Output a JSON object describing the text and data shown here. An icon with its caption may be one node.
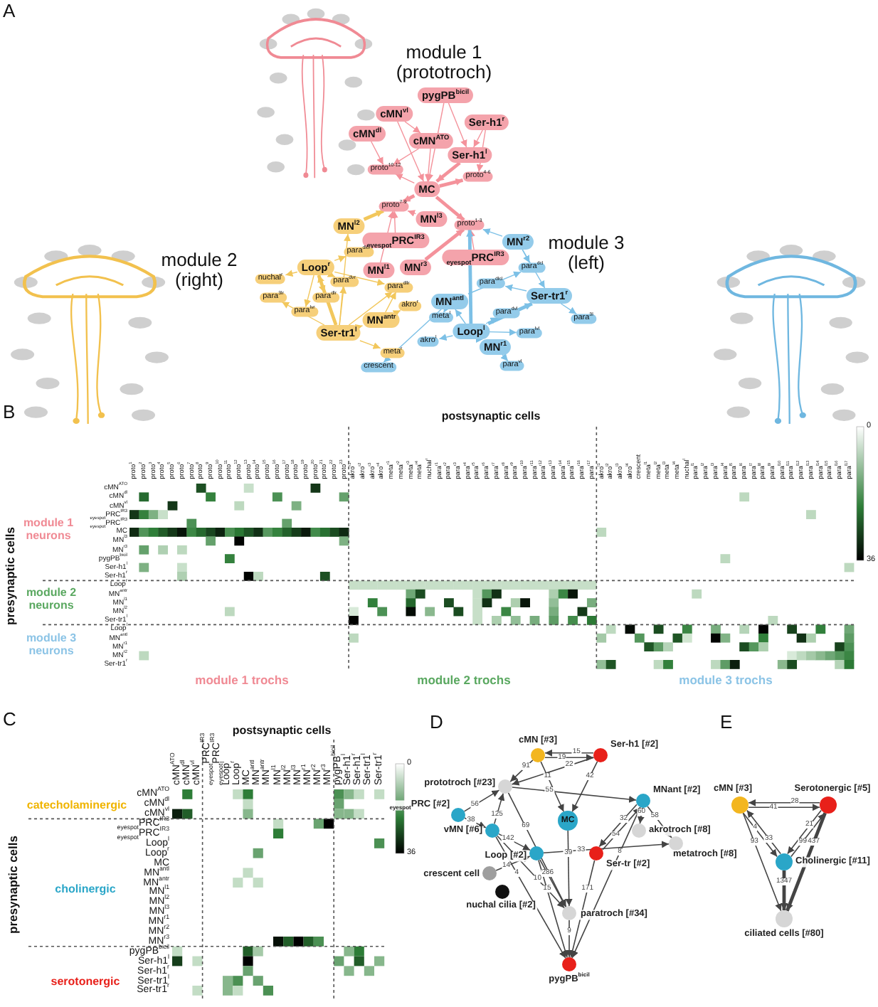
{
  "diagram": {
    "nodes": [
      {
        "text": [
          "pygPB$^{bicil}$"
        ]
      },
      {
        "text": [
          "cMN$^{vl}$"
        ]
      },
      {
        "text": [
          "Ser-h1$^{r}$"
        ]
      },
      {
        "text": [
          "cMN$^{dl}$"
        ]
      },
      {
        "text": [
          "cMN$^{ATO}$"
        ]
      },
      {
        "text": [
          "Ser-h1$^{l}$"
        ]
      },
      {
        "text": [
          "proto$^{10-12}$"
        ]
      },
      {
        "text": [
          "proto$^{4-6}$"
        ]
      },
      {
        "text": [
          "MC"
        ]
      },
      {
        "text": [
          "proto$^{7-9}$"
        ]
      },
      {
        "text": [
          "MN$^{l3}$"
        ]
      },
      {
        "text": [
          "proto$^{1-3}$"
        ]
      },
      {
        "text": [
          "MN$^{l2}$"
        ]
      },
      {
        "text": [
          "$_{eyespot}$PRC$^{IR3}$"
        ]
      },
      {
        "text": [
          "MN$^{r2}$"
        ]
      },
      {
        "text": [
          "para$^{dlcr}$"
        ]
      },
      {
        "text": [
          "MN$^{r3}$"
        ]
      },
      {
        "text": [
          "$_{eyespot}$PRC$^{IR3}$"
        ]
      },
      {
        "text": [
          "Loop$^{r}$"
        ]
      },
      {
        "text": [
          "MN$^{l1}$"
        ]
      },
      {
        "text": [
          "para$^{dcl}$"
        ]
      },
      {
        "text": [
          "nuchal$^{r}$"
        ]
      },
      {
        "text": [
          "para$^{dvr}$"
        ]
      },
      {
        "text": [
          "para$^{dlcl}$"
        ]
      },
      {
        "text": [
          "para$^{dllr}$"
        ]
      },
      {
        "text": [
          "para$^{3lr}$"
        ]
      },
      {
        "text": [
          "para$^{dlr}$"
        ]
      },
      {
        "text": [
          "Ser-tr1$^{r}$"
        ]
      },
      {
        "text": [
          "MN$^{antl}$"
        ]
      },
      {
        "text": [
          "akro$^{r}$"
        ]
      },
      {
        "text": [
          "para$^{lvr}$"
        ]
      },
      {
        "text": [
          "para$^{dvl}$"
        ]
      },
      {
        "text": [
          "meta$^{l}$"
        ]
      },
      {
        "text": [
          "MN$^{antr}$"
        ]
      },
      {
        "text": [
          "para$^{3l}$"
        ]
      },
      {
        "text": [
          "Loop$^{l}$"
        ]
      },
      {
        "text": [
          "Ser-tr1$^{l}$"
        ]
      },
      {
        "text": [
          "para$^{lvl}$"
        ]
      },
      {
        "text": [
          "akro$^{l}$"
        ]
      },
      {
        "text": [
          "MN$^{r1}$"
        ]
      },
      {
        "text": [
          "meta$^{r}$"
        ]
      },
      {
        "text": [
          "para$^{vl}$"
        ]
      },
      {
        "text": [
          "crescent"
        ]
      },
      {
        "text": [],
        "shape": "circle",
        "beside": [
          "cMN [#3]"
        ]
      },
      {
        "text": [],
        "shape": "circle",
        "beside": [
          "Ser-h1 [#2]"
        ]
      },
      {
        "text": [],
        "shape": "circle",
        "beside": [
          "prototroch [#23]"
        ]
      },
      {
        "text": [],
        "shape": "circle",
        "beside": [
          "MNant [#2]"
        ]
      },
      {
        "text": [],
        "shape": "circle",
        "beside": [
          "$_{eyespot}$PRC [#2]"
        ]
      },
      {
        "text": [
          "MC"
        ]
      },
      {
        "text": [],
        "shape": "circle",
        "beside": [
          "vMN [#6]"
        ]
      },
      {
        "text": [],
        "shape": "circle",
        "beside": [
          "akrotroch [#8]"
        ]
      },
      {
        "text": [],
        "shape": "circle",
        "beside": [
          "metatroch [#8]"
        ]
      },
      {
        "text": [],
        "shape": "circle",
        "beside": [
          "Loop [#2]"
        ]
      },
      {
        "text": [],
        "shape": "circle",
        "beside": [
          "Ser-tr [#2]"
        ]
      },
      {
        "text": [],
        "shape": "circle",
        "beside": [
          "crescent cell"
        ]
      },
      {
        "text": [],
        "shape": "circle",
        "beside": [
          "nuchal cilia [#2]"
        ]
      },
      {
        "text": [],
        "shape": "circle",
        "beside": [
          "paratroch [#34]"
        ]
      },
      {
        "text": [],
        "shape": "circle",
        "beside": [
          "pygPB$^{bicil}$"
        ]
      },
      {
        "text": [],
        "shape": "circle",
        "beside": [
          "cMN [#3]"
        ]
      },
      {
        "text": [],
        "shape": "circle",
        "beside": [
          "Serotonergic [#5]"
        ]
      },
      {
        "text": [],
        "shape": "circle",
        "beside": [
          "Cholinergic [#11]"
        ]
      },
      {
        "text": [],
        "shape": "circle",
        "beside": [
          "ciliated cells [#80]"
        ]
      }
    ],
    "edges": [
      {
        "from": 4,
        "to": 8,
        "arrow": "to",
        "color": "#f4929b"
      },
      {
        "from": 5,
        "to": 8,
        "arrow": "to",
        "color": "#f4929b",
        "style": "thick"
      },
      {
        "from": 1,
        "to": 8,
        "arrow": "to",
        "color": "#f4929b"
      },
      {
        "from": 3,
        "to": 6,
        "arrow": "to",
        "color": "#f4929b"
      },
      {
        "from": 0,
        "to": 8,
        "arrow": "to",
        "color": "#f4929b"
      },
      {
        "from": 2,
        "to": 7,
        "arrow": "to",
        "color": "#f4929b"
      },
      {
        "from": 8,
        "to": 9,
        "arrow": "to",
        "color": "#f4929b",
        "style": "thick"
      },
      {
        "from": 8,
        "to": 11,
        "arrow": "to",
        "color": "#f4929b",
        "style": "thick"
      },
      {
        "from": 8,
        "to": 7,
        "arrow": "to",
        "color": "#f4929b",
        "style": "thick"
      },
      {
        "from": 8,
        "to": 6,
        "arrow": "to",
        "color": "#f4929b"
      },
      {
        "from": 10,
        "to": 9,
        "arrow": "to",
        "color": "#f4929b"
      },
      {
        "from": 13,
        "to": 9,
        "arrow": "to",
        "color": "#f4929b"
      },
      {
        "from": 16,
        "to": 11,
        "arrow": "to",
        "color": "#f4929b",
        "style": "thick"
      },
      {
        "from": 17,
        "to": 11,
        "arrow": "to",
        "color": "#f4929b"
      },
      {
        "from": 19,
        "to": 9,
        "arrow": "to",
        "color": "#f4929b"
      },
      {
        "from": 4,
        "to": 6,
        "arrow": "to",
        "color": "#f4929b"
      },
      {
        "from": 0,
        "to": 5,
        "arrow": "to",
        "color": "#f4929b"
      },
      {
        "from": 2,
        "to": 5,
        "arrow": "to",
        "color": "#f4929b"
      },
      {
        "from": 1,
        "to": 4,
        "arrow": "to",
        "color": "#f4929b"
      },
      {
        "from": 12,
        "to": 9,
        "arrow": "to",
        "color": "#f2c75c",
        "style": "thick"
      },
      {
        "from": 18,
        "to": 15,
        "arrow": "to",
        "color": "#f2c75c"
      },
      {
        "from": 18,
        "to": 22,
        "arrow": "to",
        "color": "#f2c75c"
      },
      {
        "from": 18,
        "to": 26,
        "arrow": "to",
        "color": "#f2c75c"
      },
      {
        "from": 18,
        "to": 30,
        "arrow": "to",
        "color": "#f2c75c"
      },
      {
        "from": 36,
        "to": 18,
        "arrow": "to",
        "color": "#f2c75c",
        "style": "thick"
      },
      {
        "from": 36,
        "to": 24,
        "arrow": "to",
        "color": "#f2c75c"
      },
      {
        "from": 36,
        "to": 33,
        "arrow": "to",
        "color": "#f2c75c"
      },
      {
        "from": 36,
        "to": 12,
        "arrow": "to",
        "color": "#f2c75c"
      },
      {
        "from": 33,
        "to": 24,
        "arrow": "to",
        "color": "#f2c75c"
      },
      {
        "from": 18,
        "to": 21,
        "arrow": "to",
        "color": "#f2c75c"
      },
      {
        "from": 36,
        "to": 40,
        "arrow": "to",
        "color": "#f2c75c"
      },
      {
        "from": 36,
        "to": 25,
        "arrow": "to",
        "color": "#f2c75c"
      },
      {
        "from": 33,
        "to": 29,
        "arrow": "to",
        "color": "#f2c75c"
      },
      {
        "from": 18,
        "to": 24,
        "arrow": "to",
        "color": "#f2c75c"
      },
      {
        "from": 36,
        "to": 22,
        "arrow": "to",
        "color": "#f2c75c"
      },
      {
        "from": 35,
        "to": 11,
        "arrow": "to",
        "color": "#7cc0e6",
        "style": "thick"
      },
      {
        "from": 14,
        "to": 11,
        "arrow": "to",
        "color": "#7cc0e6"
      },
      {
        "from": 14,
        "to": 27,
        "arrow": "to",
        "color": "#7cc0e6"
      },
      {
        "from": 35,
        "to": 28,
        "arrow": "to",
        "color": "#7cc0e6"
      },
      {
        "from": 35,
        "to": 27,
        "arrow": "to",
        "color": "#7cc0e6",
        "style": "thick"
      },
      {
        "from": 35,
        "to": 39,
        "arrow": "to",
        "color": "#7cc0e6"
      },
      {
        "from": 27,
        "to": 34,
        "arrow": "to",
        "color": "#7cc0e6"
      },
      {
        "from": 28,
        "to": 32,
        "arrow": "to",
        "color": "#7cc0e6"
      },
      {
        "from": 35,
        "to": 31,
        "arrow": "to",
        "color": "#7cc0e6"
      },
      {
        "from": 35,
        "to": 38,
        "arrow": "to",
        "color": "#7cc0e6"
      },
      {
        "from": 28,
        "to": 20,
        "arrow": "to",
        "color": "#7cc0e6"
      },
      {
        "from": 27,
        "to": 23,
        "arrow": "to",
        "color": "#7cc0e6"
      },
      {
        "from": 39,
        "to": 41,
        "arrow": "to",
        "color": "#7cc0e6"
      },
      {
        "from": 35,
        "to": 37,
        "arrow": "to",
        "color": "#7cc0e6"
      },
      {
        "from": 28,
        "to": 42,
        "arrow": "to",
        "color": "#7cc0e6"
      },
      {
        "from": 14,
        "to": 20,
        "arrow": "to",
        "color": "#7cc0e6"
      },
      {
        "from": 43,
        "to": 44,
        "arrow": "to",
        "label": "19"
      },
      {
        "from": 44,
        "to": 43,
        "arrow": "to",
        "label": "15"
      },
      {
        "from": 43,
        "to": 45,
        "arrow": "to",
        "label": "91"
      },
      {
        "from": 43,
        "to": 48,
        "arrow": "to",
        "label": "11"
      },
      {
        "from": 44,
        "to": 45,
        "arrow": "to",
        "label": "22"
      },
      {
        "from": 44,
        "to": 48,
        "arrow": "to",
        "label": "42"
      },
      {
        "from": 45,
        "to": 46,
        "arrow": "to",
        "label": "55"
      },
      {
        "from": 47,
        "to": 45,
        "arrow": "to",
        "label": "56"
      },
      {
        "from": 47,
        "to": 49,
        "arrow": "to",
        "label": "38"
      },
      {
        "from": 49,
        "to": 45,
        "arrow": "to",
        "label": "125"
      },
      {
        "from": 49,
        "to": 52,
        "arrow": "to",
        "label": "142"
      },
      {
        "from": 45,
        "to": 56,
        "arrow": "to",
        "label": "69"
      },
      {
        "from": 49,
        "to": 56,
        "arrow": "to",
        "label": "10"
      },
      {
        "from": 52,
        "to": 57,
        "arrow": "to",
        "label": "15"
      },
      {
        "from": 49,
        "to": 57,
        "arrow": "to",
        "label": "4"
      },
      {
        "from": 52,
        "to": 56,
        "arrow": "to",
        "label": "286"
      },
      {
        "from": 48,
        "to": 56,
        "arrow": "to",
        "label": "39"
      },
      {
        "from": 53,
        "to": 46,
        "arrow": "to",
        "label": "54"
      },
      {
        "from": 46,
        "to": 53,
        "arrow": "to",
        "label": "32"
      },
      {
        "from": 46,
        "to": 50,
        "arrow": "to",
        "label": "60"
      },
      {
        "from": 46,
        "to": 51,
        "arrow": "to",
        "label": "58"
      },
      {
        "from": 52,
        "to": 51,
        "arrow": "to",
        "label": "33"
      },
      {
        "from": 53,
        "to": 57,
        "arrow": "to",
        "label": "171"
      },
      {
        "from": 56,
        "to": 57,
        "arrow": "to",
        "label": "9"
      },
      {
        "from": 46,
        "to": 57,
        "arrow": "to",
        "label": "8"
      },
      {
        "from": 54,
        "to": 52,
        "arrow": "to",
        "label": "14"
      },
      {
        "from": 58,
        "to": 59,
        "arrow": "to",
        "label": "41"
      },
      {
        "from": 59,
        "to": 58,
        "arrow": "to",
        "label": "28"
      },
      {
        "from": 60,
        "to": 58,
        "arrow": "to",
        "label": "33"
      },
      {
        "from": 58,
        "to": 60,
        "arrow": "to",
        "label": "4"
      },
      {
        "from": 59,
        "to": 60,
        "arrow": "to",
        "label": "21"
      },
      {
        "from": 60,
        "to": 59,
        "arrow": "to",
        "label": "99"
      },
      {
        "from": 59,
        "to": 61,
        "arrow": "to",
        "label": "437",
        "style": "thick"
      },
      {
        "from": 58,
        "to": 61,
        "arrow": "to",
        "label": "93"
      },
      {
        "from": 60,
        "to": 61,
        "arrow": "to",
        "label": "1347",
        "style": "thick"
      }
    ],
    "labels": [
      "A",
      "module 1 (prototroch)",
      "module 2 (right)",
      "module 3 (left)",
      "B",
      "postsynaptic cells",
      "proto$^{1}$",
      "proto$^{2}$",
      "proto$^{3}$",
      "proto$^{4}$",
      "proto$^{5}$",
      "proto$^{6}$",
      "proto$^{7}$",
      "proto$^{8}$",
      "proto$^{9}$",
      "proto$^{10}$",
      "proto$^{11}$",
      "proto$^{12}$",
      "proto$^{13}$",
      "proto$^{14}$",
      "proto$^{15}$",
      "proto$^{16}$",
      "proto$^{17}$",
      "proto$^{18}$",
      "proto$^{19}$",
      "proto$^{20}$",
      "proto$^{21}$",
      "proto$^{22}$",
      "proto$^{23}$",
      "akro$^{r1}$",
      "akro$^{r2}$",
      "akro$^{r3}$",
      "akro$^{r4}$",
      "meta$^{r1}$",
      "meta$^{r2}$",
      "meta$^{r3}$",
      "meta$^{r4}$",
      "nuchal$^{r}$",
      "para$^{r1}$",
      "para$^{r2}$",
      "para$^{r3}$",
      "para$^{r4}$",
      "para$^{r5}$",
      "para$^{r6}$",
      "para$^{r7}$",
      "para$^{r8}$",
      "para$^{r9}$",
      "para$^{r10}$",
      "para$^{r11}$",
      "para$^{r12}$",
      "para$^{r13}$",
      "para$^{r14}$",
      "para$^{r15}$",
      "para$^{r16}$",
      "para$^{r17}$",
      "akro$^{l1}$",
      "akro$^{l2}$",
      "akro$^{l3}$",
      "akro$^{l4}$",
      "crescent",
      "meta$^{l1}$",
      "meta$^{l2}$",
      "meta$^{l3}$",
      "meta$^{l4}$",
      "nuchal$^{l}$",
      "para$^{l1}$",
      "para$^{l2}$",
      "para$^{l3}$",
      "para$^{l4}$",
      "para$^{l5}$",
      "para$^{l6}$",
      "para$^{l7}$",
      "para$^{l8}$",
      "para$^{l9}$",
      "para$^{l10}$",
      "para$^{l11}$",
      "para$^{l12}$",
      "para$^{l13}$",
      "para$^{l14}$",
      "para$^{l15}$",
      "para$^{l16}$",
      "para$^{l17}$",
      "cMN$^{ATO}$",
      "cMN$^{dl}$",
      "cMN$^{vl}$",
      "$_{eyespot}$PRC$^{IR3}$",
      "$_{eyespot}$PRC$^{IR3}$",
      "MC",
      "MN$^{l3}$",
      "MN$^{r3}$",
      "pygPB$^{bicil}$",
      "Ser-h1$^{l}$",
      "Ser-h1$^{r}$",
      "Loop$^{r}$",
      "MN$^{antr}$",
      "MN$^{l1}$",
      "MN$^{l2}$",
      "Ser-tr1$^{l}$",
      "Loop$^{l}$",
      "MN$^{antl}$",
      "MN$^{r1}$",
      "MN$^{r2}$",
      "Ser-tr1$^{r}$",
      "presynaptic cells",
      "module 1 neurons",
      "module 2 neurons",
      "module 3 neurons",
      "module 1 trochs",
      "module 2 trochs",
      "module 3 trochs",
      "0",
      "36",
      "C",
      "postsynaptic cells",
      "cMN$^{ATO}$",
      "cMN$^{dl}$",
      "cMN$^{vl}$",
      "$_{eyespot}$PRC$^{IR3}$",
      "$_{eyespot}$PRC$^{IR3}$",
      "Loop$^{l}$",
      "Loop$^{r}$",
      "MC",
      "MN$^{antl}$",
      "MN$^{antr}$",
      "MN$^{l1}$",
      "MN$^{l2}$",
      "MN$^{l3}$",
      "MN$^{r1}$",
      "MN$^{r2}$",
      "MN$^{r3}$",
      "pygPB$^{bicil}$",
      "Ser-h1$^{l}$",
      "Ser-h1$^{r}$",
      "Ser-tr1$^{l}$",
      "Ser-tr1$^{r}$",
      "cMN$^{ATO}$",
      "cMN$^{dl}$",
      "cMN$^{vl}$",
      "$_{eyespot}$PRC$^{IR3}$",
      "$_{eyespot}$PRC$^{IR3}$",
      "Loop$^{l}$",
      "Loop$^{r}$",
      "MC",
      "MN$^{antl}$",
      "MN$^{antr}$",
      "MN$^{l1}$",
      "MN$^{l2}$",
      "MN$^{l3}$",
      "MN$^{r1}$",
      "MN$^{r2}$",
      "MN$^{r3}$",
      "pygPB$^{bicil}$",
      "Ser-h1$^{l}$",
      "Ser-h1$^{r}$",
      "Ser-tr1$^{l}$",
      "Ser-tr1$^{r}$",
      "presynaptic cells",
      "catecholaminergic",
      "cholinergic",
      "serotonergic",
      "0",
      "36",
      "D",
      "E"
    ]
  }
}
